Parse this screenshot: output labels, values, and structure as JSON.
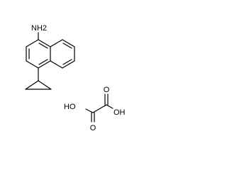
{
  "molecules": {
    "aminonaphthalene": {
      "amine_label": "NH2"
    },
    "oxalic_acid": {
      "hydroxyl_left_label": "HO",
      "hydroxyl_right_label": "OH",
      "carbonyl_top_label": "O",
      "carbonyl_bottom_label": "O"
    }
  },
  "colors": {
    "bond": "#000000",
    "label": "#000000",
    "background": "#ffffff"
  }
}
